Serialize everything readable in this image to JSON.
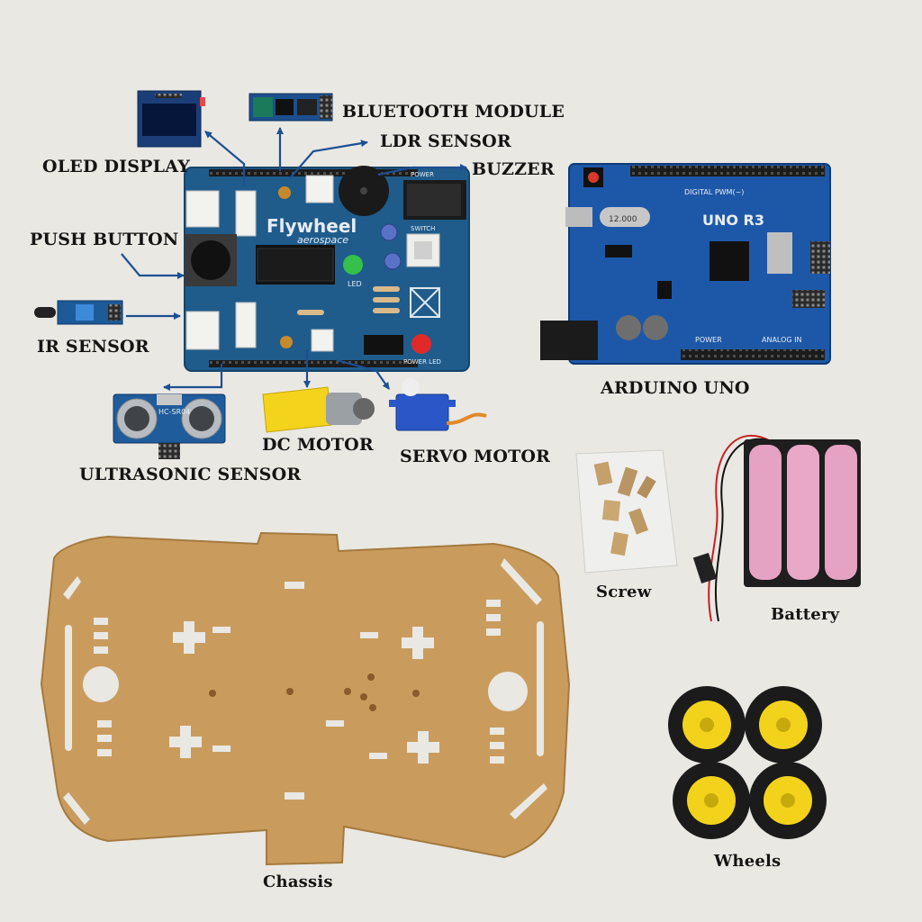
{
  "labels": {
    "oled_display": "OLED DISPLAY",
    "bluetooth_module": "BLUETOOTH MODULE",
    "ldr_sensor": "LDR SENSOR",
    "buzzer": "BUZZER",
    "push_button": "PUSH BUTTON",
    "ir_sensor": "IR SENSOR",
    "ultrasonic_sensor": "ULTRASONIC SENSOR",
    "dc_motor": "DC MOTOR",
    "servo_motor": "SERVO MOTOR",
    "arduino_uno": "ARDUINO UNO",
    "screw": "Screw",
    "battery": "Battery",
    "wheels": "Wheels",
    "chassis": "Chassis"
  },
  "shield": {
    "brand": "Flywheel",
    "brand_sub": "aerospace",
    "led": "LED",
    "power_led": "POWER LED",
    "power": "POWER",
    "switch": "SWITCH",
    "push_button": "PUSH BUTTON",
    "buzzer": "BUZZER"
  },
  "arduino": {
    "model": "UNO R3",
    "digital": "DIGITAL PWM(~)",
    "analog": "ANALOG IN",
    "power": "POWER",
    "crystal": "12.000"
  },
  "ultrasonic": {
    "model": "HC-SR04"
  },
  "colors": {
    "background": "#e9e8e3",
    "arrow": "#1d4f93",
    "pcb_blue": "#1f5c8c",
    "arduino_blue": "#1d58a8",
    "chassis": "#c99c5e",
    "wheel_hub": "#f3d21c",
    "battery_cell": "#e6a2c2"
  }
}
